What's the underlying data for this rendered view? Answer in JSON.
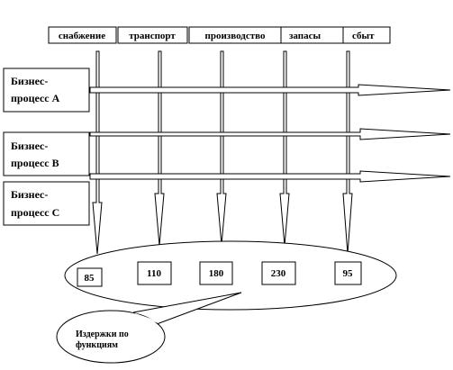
{
  "functions": [
    {
      "label": "снабжение"
    },
    {
      "label": "транспорт"
    },
    {
      "label": "производство"
    },
    {
      "label": "запасы"
    },
    {
      "label": "сбыт"
    }
  ],
  "processes": [
    {
      "line1": "Бизнес-",
      "line2": "процесс А"
    },
    {
      "line1": "Бизнес-",
      "line2": "процесс В"
    },
    {
      "line1": "Бизнес-",
      "line2": "процесс С"
    }
  ],
  "costs": [
    "85",
    "110",
    "180",
    "230",
    "95"
  ],
  "callout": {
    "line1": "Издержки по",
    "line2": "функциям"
  }
}
